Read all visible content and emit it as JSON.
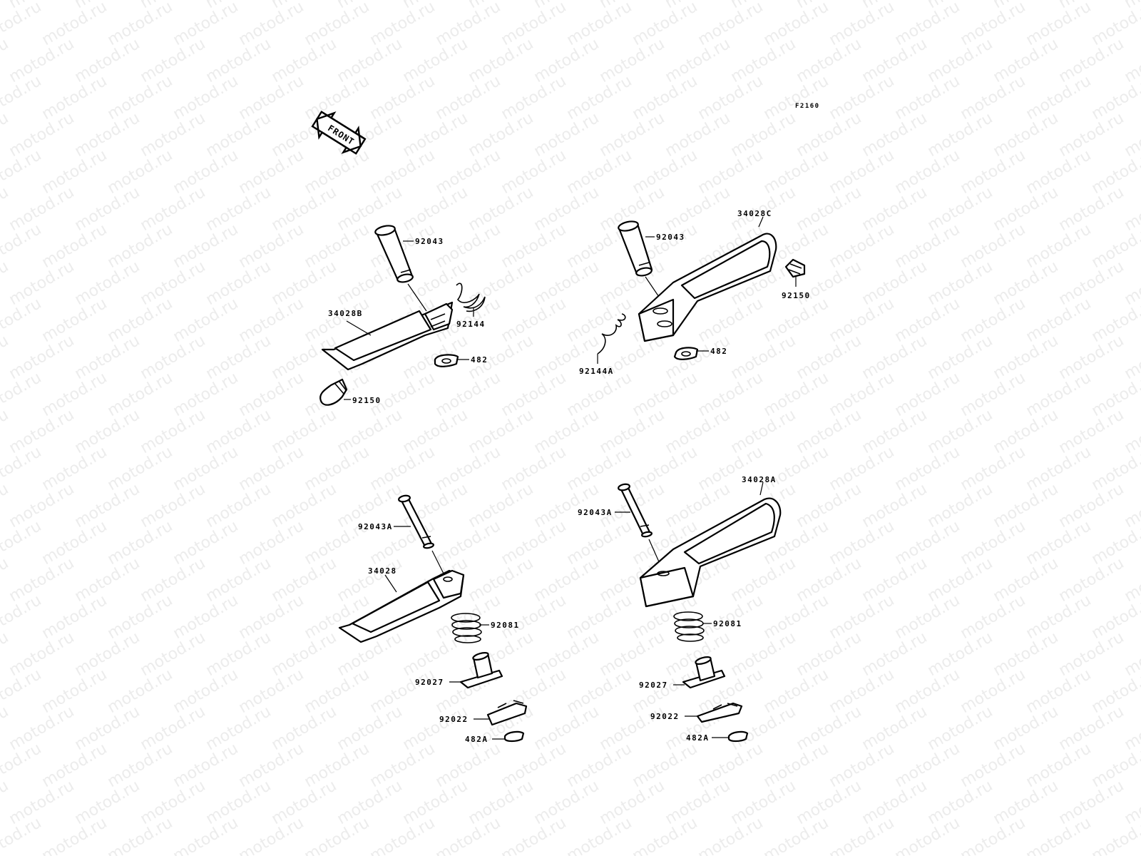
{
  "watermark": "motod.ru",
  "diagram_code": "F2160",
  "front_label": "FRONT",
  "colors": {
    "line": "#000000",
    "background": "#ffffff",
    "watermark": "#ececec"
  },
  "labels": {
    "tl_92043": "92043",
    "tl_92144": "92144",
    "tl_34028B": "34028B",
    "tl_482": "482",
    "tl_92150": "92150",
    "tr_92043": "92043",
    "tr_34028C": "34028C",
    "tr_92150": "92150",
    "tr_92144A": "92144A",
    "tr_482": "482",
    "bl_92043A": "92043A",
    "bl_34028": "34028",
    "bl_92081": "92081",
    "bl_92027": "92027",
    "bl_92022": "92022",
    "bl_482A": "482A",
    "br_34028A": "34028A",
    "br_92043A": "92043A",
    "br_92081": "92081",
    "br_92027": "92027",
    "br_92022": "92022",
    "br_482A": "482A"
  }
}
